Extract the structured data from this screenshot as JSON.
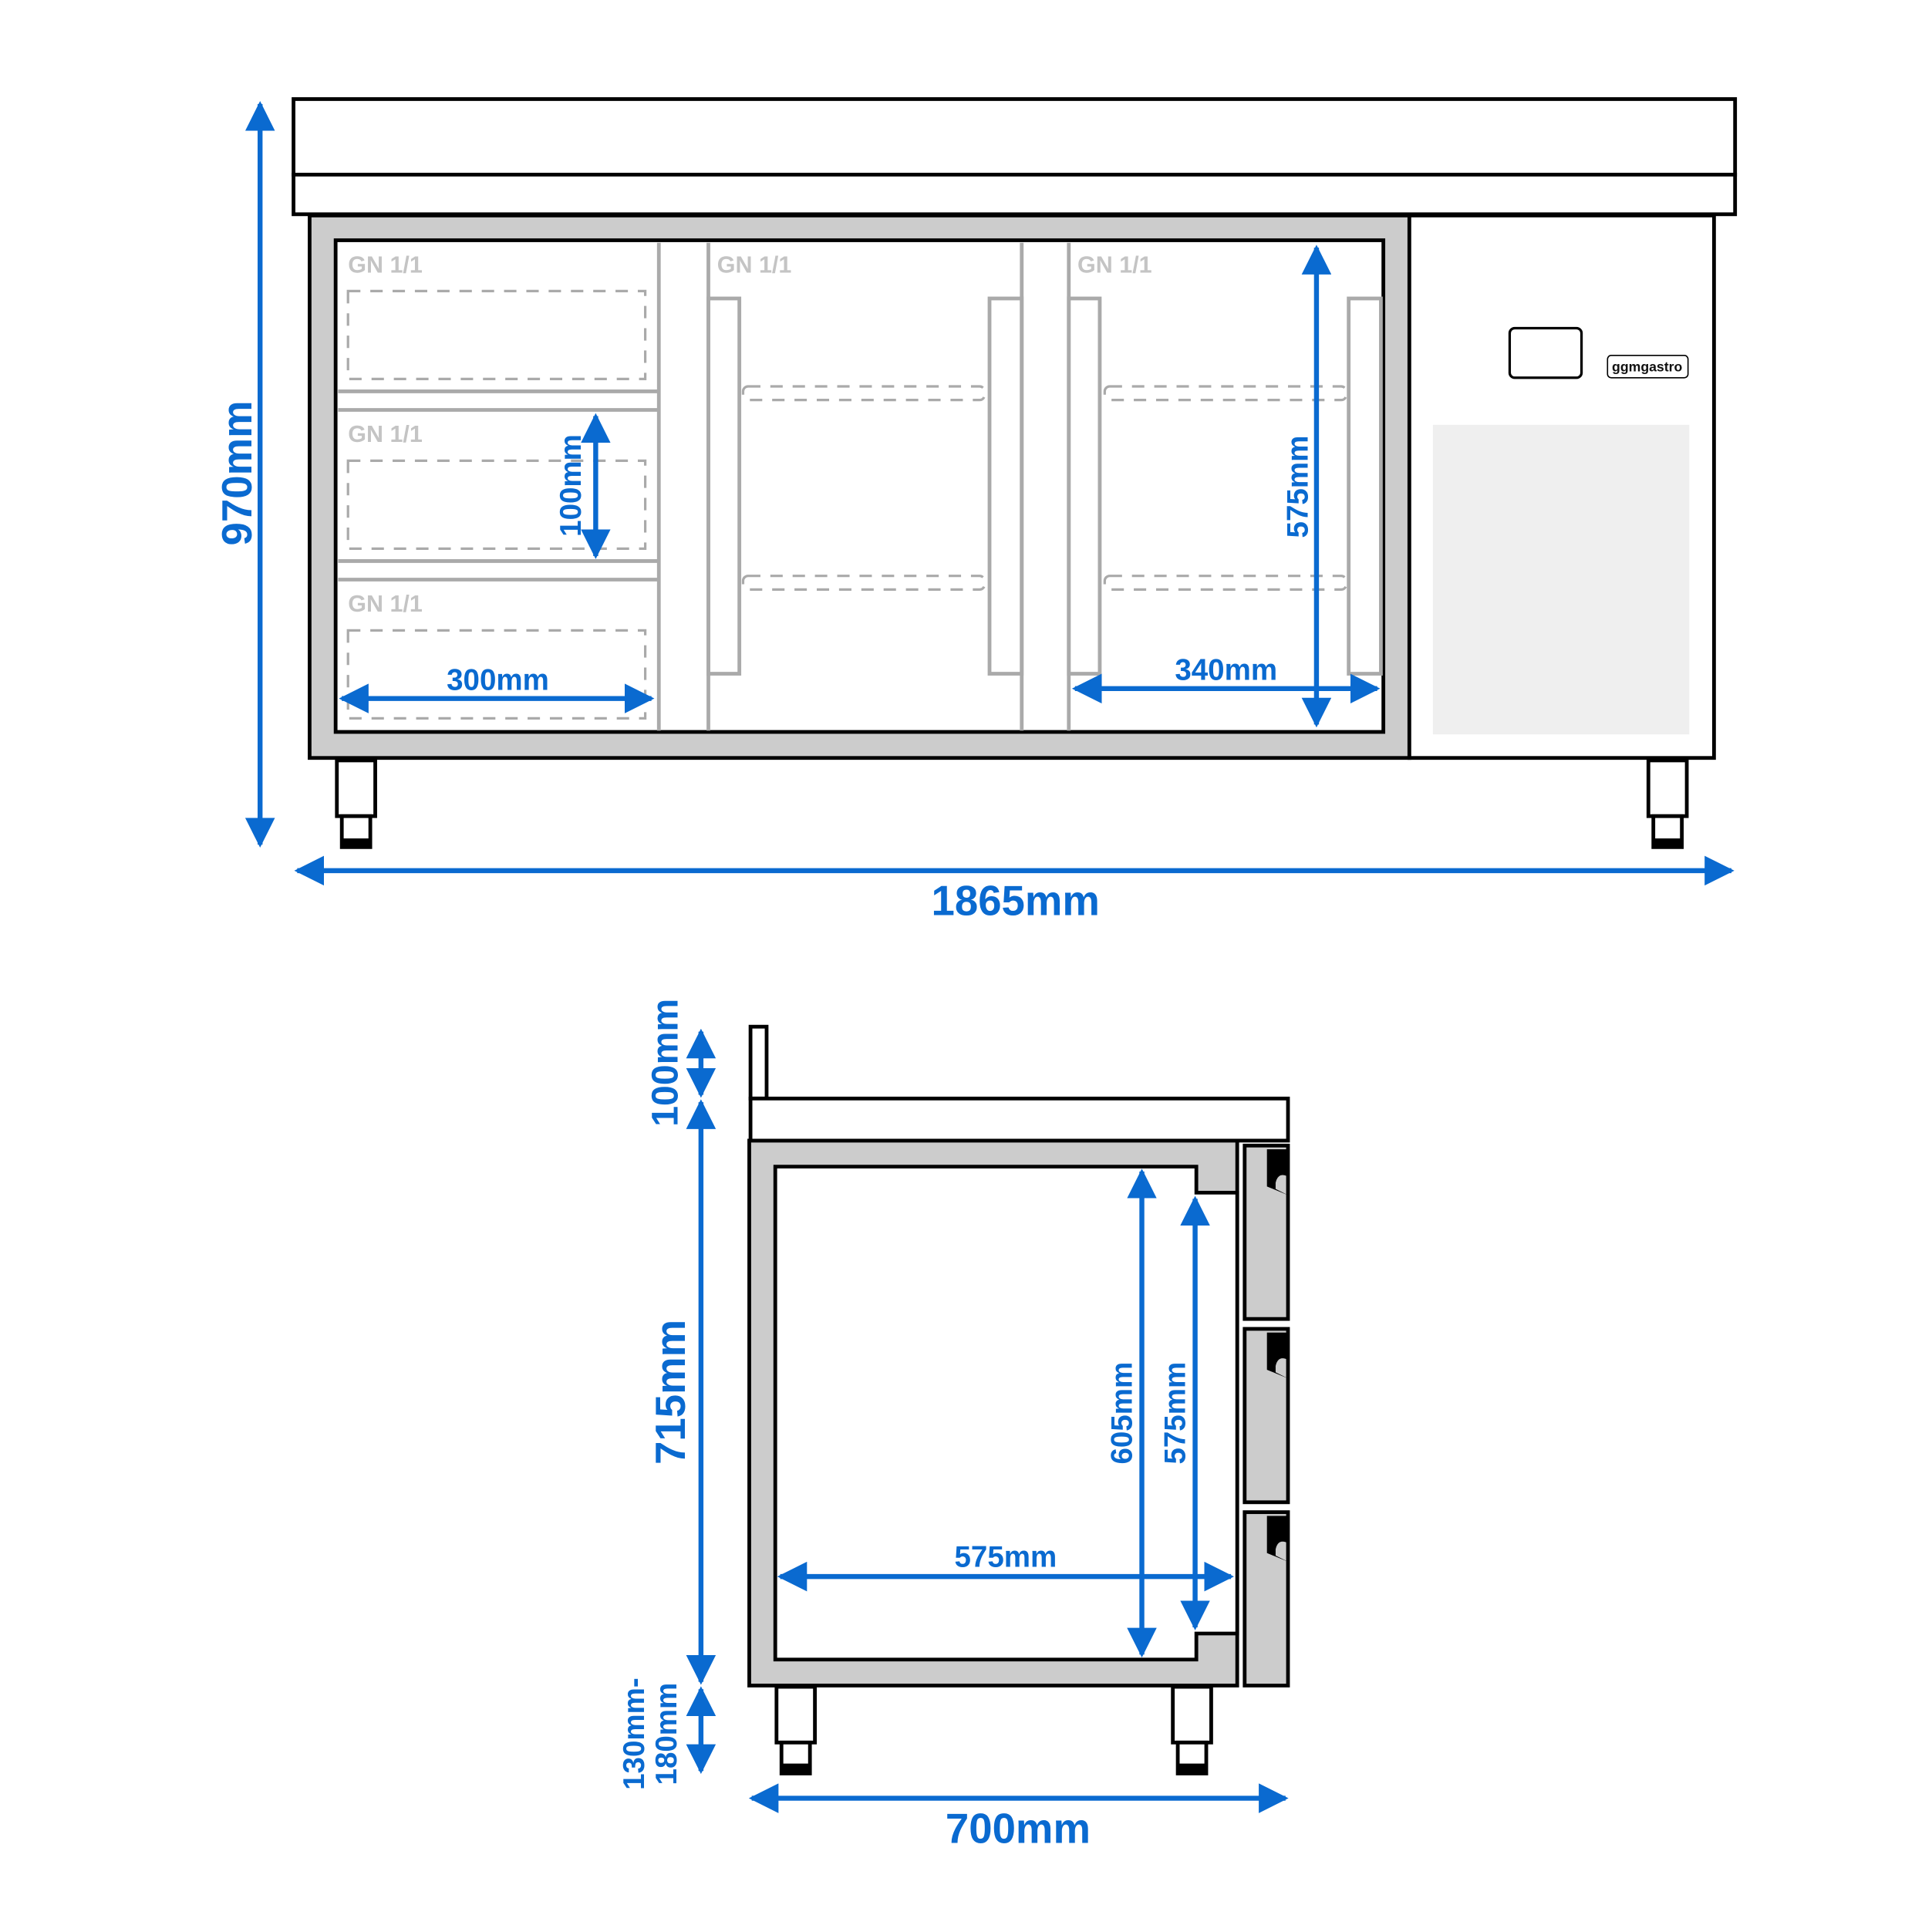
{
  "brand": {
    "logo_text": "ggmgastro"
  },
  "front_view": {
    "compartments": [
      {
        "label": "GN 1/1"
      },
      {
        "label": "GN 1/1"
      },
      {
        "label": "GN 1/1"
      },
      {
        "label": "GN 1/1"
      },
      {
        "label": "GN 1/1"
      }
    ],
    "dimensions": {
      "total_height": "970mm",
      "total_width": "1865mm",
      "drawer_height": "100mm",
      "drawer_width": "300mm",
      "door_height": "575mm",
      "door_width": "340mm"
    }
  },
  "side_view": {
    "dimensions": {
      "upstand_height": "100mm",
      "body_height": "715mm",
      "leg_height_line1": "130mm-",
      "leg_height_line2": "180mm",
      "depth": "700mm",
      "interior_width": "575mm",
      "interior_height_outer": "605mm",
      "interior_height_inner": "575mm"
    }
  },
  "colors": {
    "dimension_blue": "#0a6ad0",
    "frame_gray": "#cccccc",
    "panel_light": "#efefef",
    "outline": "#000000",
    "gn_text": "#c4c4c4"
  }
}
